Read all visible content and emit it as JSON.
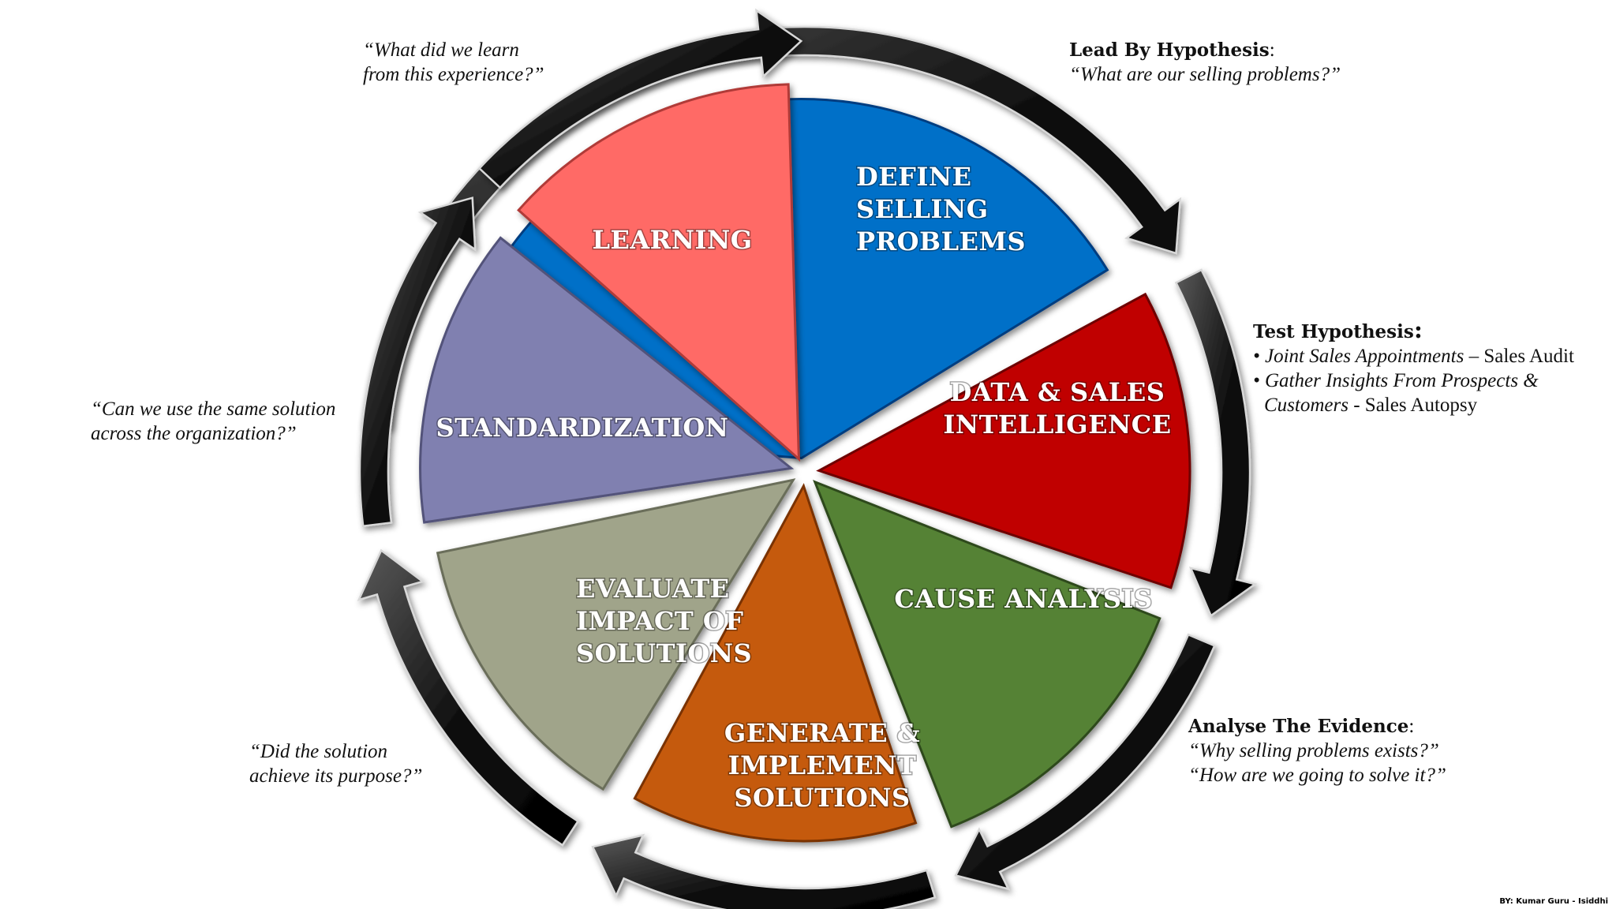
{
  "segments": [
    {
      "id": "define",
      "lines": [
        "DEFINE",
        "SELLING",
        "PROBLEMS"
      ],
      "color": "#0070C8",
      "dark": "#003E80",
      "a0": -87,
      "a1": 60
    },
    {
      "id": "data",
      "lines": [
        "DATA & SALES",
        "INTELLIGENCE"
      ],
      "color": "#C00000",
      "dark": "#6E0000",
      "a0": 60,
      "a1": 110
    },
    {
      "id": "cause",
      "lines": [
        "CAUSE ANALYSIS"
      ],
      "color": "#548235",
      "dark": "#2E4A1C",
      "a0": 110,
      "a1": 160
    },
    {
      "id": "generate",
      "lines": [
        "GENERATE &",
        "IMPLEMENT",
        "SOLUTIONS"
      ],
      "color": "#C55A11",
      "dark": "#7A3200",
      "a0": 160,
      "a1": 210
    },
    {
      "id": "evaluate",
      "lines": [
        "EVALUATE",
        "IMPACT OF",
        "SOLUTIONS"
      ],
      "color": "#A0A48A",
      "dark": "#6B6E5A",
      "a0": 210,
      "a1": 260
    },
    {
      "id": "standard",
      "lines": [
        "STANDARDIZATION"
      ],
      "color": "#8080B0",
      "dark": "#52527A",
      "a0": 260,
      "a1": 310
    },
    {
      "id": "learning",
      "lines": [
        "LEARNING"
      ],
      "color": "#FF6A66",
      "dark": "#B03A38",
      "a0": 310,
      "a1": 360
    }
  ],
  "notes": {
    "learning": [
      "“What did we learn",
      "from this experience?”"
    ],
    "define_head": "Lead By Hypothesis",
    "define_colon": ":",
    "define_q": "“What are our selling problems?”",
    "data_head": "Test Hypothesis",
    "data_colon": ":",
    "data_b1_it": "• Joint Sales Appointments",
    "data_b1_rest": " – Sales Audit",
    "data_b2_it": "• Gather Insights From Prospects &",
    "data_b3_it": "Customers",
    "data_b3_rest": " - Sales Autopsy",
    "cause_head": "Analyse The Evidence",
    "cause_colon": ":",
    "cause_q1": "“Why selling problems exists?”",
    "cause_q2": "“How are we going to solve it?”",
    "standard": [
      "“Can we use the same solution",
      "across the organization?”"
    ],
    "evaluate": [
      "“Did the solution",
      "achieve its purpose?”"
    ]
  },
  "credit": "BY: Kumar Guru - Isiddhi"
}
